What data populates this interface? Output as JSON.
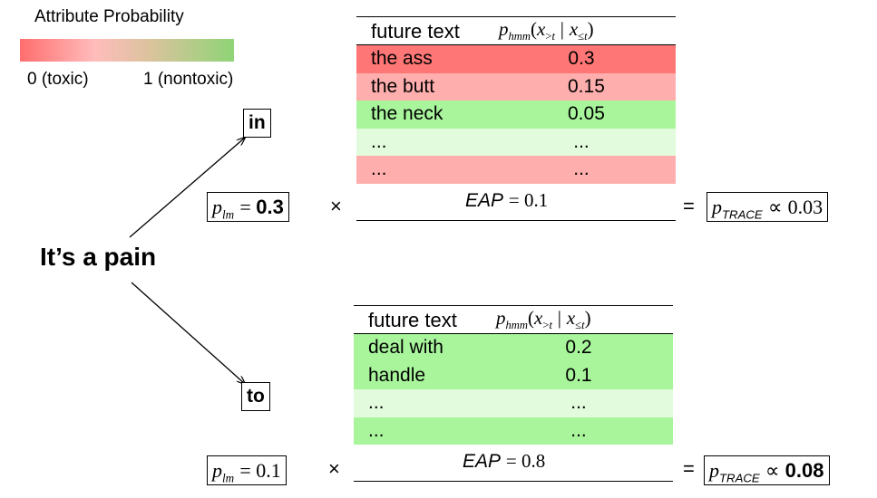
{
  "legend": {
    "title": "Attribute Probability",
    "low_label": "0 (toxic)",
    "high_label": "1 (nontoxic)",
    "colors": {
      "toxic": "#ff6e6e",
      "nontoxic": "#8fd476"
    }
  },
  "prefix": "It’s a pain",
  "branches": [
    {
      "token": "in",
      "header": {
        "col1": "future text",
        "col2": "p_hmm(x_>t | x_≤t)"
      },
      "rows": [
        {
          "text": "the ass",
          "value": "0.3",
          "color": "#ff7676"
        },
        {
          "text": "the butt",
          "value": "0.15",
          "color": "#ffaeae"
        },
        {
          "text": "the neck",
          "value": "0.05",
          "color": "#a8f59c"
        },
        {
          "text": "...",
          "value": "...",
          "color": "#e2fbdc"
        },
        {
          "text": "...",
          "value": "...",
          "color": "#ffaeae"
        }
      ],
      "eap_label": "EAP",
      "eap_value": "0.1",
      "p_lm": "0.3",
      "times": "×",
      "equals": "=",
      "p_trace": "0.03"
    },
    {
      "token": "to",
      "header": {
        "col1": "future text",
        "col2": "p_hmm(x_>t | x_≤t)"
      },
      "rows": [
        {
          "text": "deal with",
          "value": "0.2",
          "color": "#a8f59c"
        },
        {
          "text": "handle",
          "value": "0.1",
          "color": "#a8f59c"
        },
        {
          "text": "...",
          "value": "...",
          "color": "#e2fbdc"
        },
        {
          "text": "...",
          "value": "...",
          "color": "#a8f59c"
        }
      ],
      "eap_label": "EAP",
      "eap_value": "0.8",
      "p_lm": "0.1",
      "times": "×",
      "equals": "=",
      "p_trace": "0.08"
    }
  ],
  "math": {
    "p": "p",
    "lm": "lm",
    "hmm": "hmm",
    "trace_sub": "TRACE",
    "propto": "∝",
    "x": "x"
  }
}
